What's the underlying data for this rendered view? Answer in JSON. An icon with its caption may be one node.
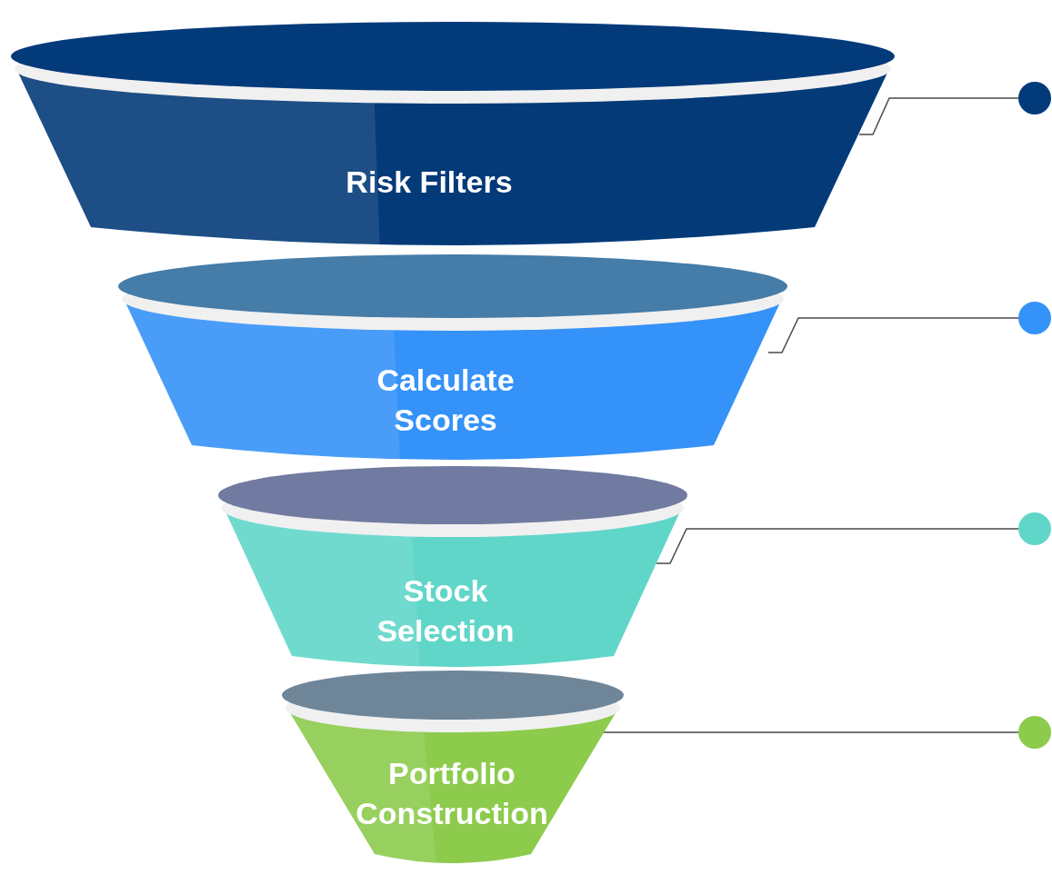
{
  "diagram": {
    "nodes": [
      {
        "text": [
          "Risk Filters"
        ]
      },
      {
        "text": [
          "Calculate Scores"
        ]
      },
      {
        "text": [
          "Stock Selection"
        ]
      },
      {
        "text": [
          "Portfolio Construction"
        ]
      },
      {
        "text": [],
        "shape": "circle"
      },
      {
        "text": [],
        "shape": "circle"
      },
      {
        "text": [],
        "shape": "circle"
      },
      {
        "text": [],
        "shape": "circle"
      }
    ],
    "edges": [
      {
        "from": 0,
        "to": 4,
        "arrow": "none"
      },
      {
        "from": 1,
        "to": 5,
        "arrow": "none"
      },
      {
        "from": 2,
        "to": 6,
        "arrow": "none"
      },
      {
        "from": 3,
        "to": 7,
        "arrow": "none"
      }
    ]
  }
}
